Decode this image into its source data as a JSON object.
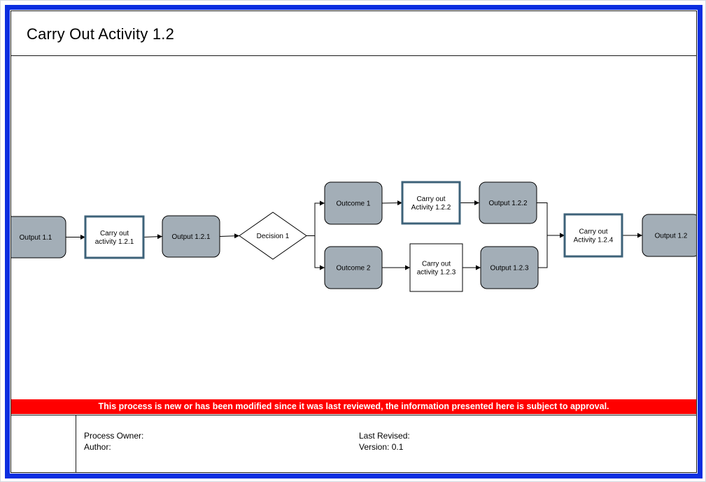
{
  "header": {
    "title": "Carry Out Activity 1.2"
  },
  "diagram": {
    "nodes": [
      {
        "id": "output-1-1",
        "type": "output",
        "lines": [
          "Output 1.1"
        ]
      },
      {
        "id": "activity-1-2-1",
        "type": "activity",
        "lines": [
          "Carry out",
          "activity 1.2.1"
        ]
      },
      {
        "id": "output-1-2-1",
        "type": "output",
        "lines": [
          "Output 1.2.1"
        ]
      },
      {
        "id": "decision-1",
        "type": "decision",
        "lines": [
          "Decision 1"
        ]
      },
      {
        "id": "outcome-1",
        "type": "output",
        "lines": [
          "Outcome 1"
        ]
      },
      {
        "id": "outcome-2",
        "type": "output",
        "lines": [
          "Outcome 2"
        ]
      },
      {
        "id": "activity-1-2-2",
        "type": "activity",
        "lines": [
          "Carry out",
          "Activity 1.2.2"
        ]
      },
      {
        "id": "activity-1-2-3",
        "type": "activity-plain",
        "lines": [
          "Carry out",
          "activity 1.2.3"
        ]
      },
      {
        "id": "output-1-2-2",
        "type": "output",
        "lines": [
          "Output 1.2.2"
        ]
      },
      {
        "id": "output-1-2-3",
        "type": "output",
        "lines": [
          "Output 1.2.3"
        ]
      },
      {
        "id": "activity-1-2-4",
        "type": "activity",
        "lines": [
          "Carry out",
          "Activity 1.2.4"
        ]
      },
      {
        "id": "output-1-2",
        "type": "output",
        "lines": [
          "Output 1.2"
        ]
      }
    ],
    "edges": [
      [
        "output-1-1",
        "activity-1-2-1"
      ],
      [
        "activity-1-2-1",
        "output-1-2-1"
      ],
      [
        "output-1-2-1",
        "decision-1"
      ],
      [
        "decision-1",
        "outcome-1"
      ],
      [
        "decision-1",
        "outcome-2"
      ],
      [
        "outcome-1",
        "activity-1-2-2"
      ],
      [
        "outcome-2",
        "activity-1-2-3"
      ],
      [
        "activity-1-2-2",
        "output-1-2-2"
      ],
      [
        "activity-1-2-3",
        "output-1-2-3"
      ],
      [
        "output-1-2-2",
        "activity-1-2-4"
      ],
      [
        "output-1-2-3",
        "activity-1-2-4"
      ],
      [
        "activity-1-2-4",
        "output-1-2"
      ]
    ],
    "colors": {
      "output_fill": "#a3aeb7",
      "activity_border": "#3d6279",
      "line": "#000000"
    }
  },
  "banner": {
    "warning": "This process is new or has been modified since it was last reviewed, the information presented here is subject to approval.",
    "color": "#ff0000"
  },
  "footer": {
    "process_owner_label": "Process Owner:",
    "author_label": "Author:",
    "last_revised_label": "Last Revised:",
    "version_label": "Version: 0.1"
  },
  "frame": {
    "border_color": "#0b2ee0"
  }
}
